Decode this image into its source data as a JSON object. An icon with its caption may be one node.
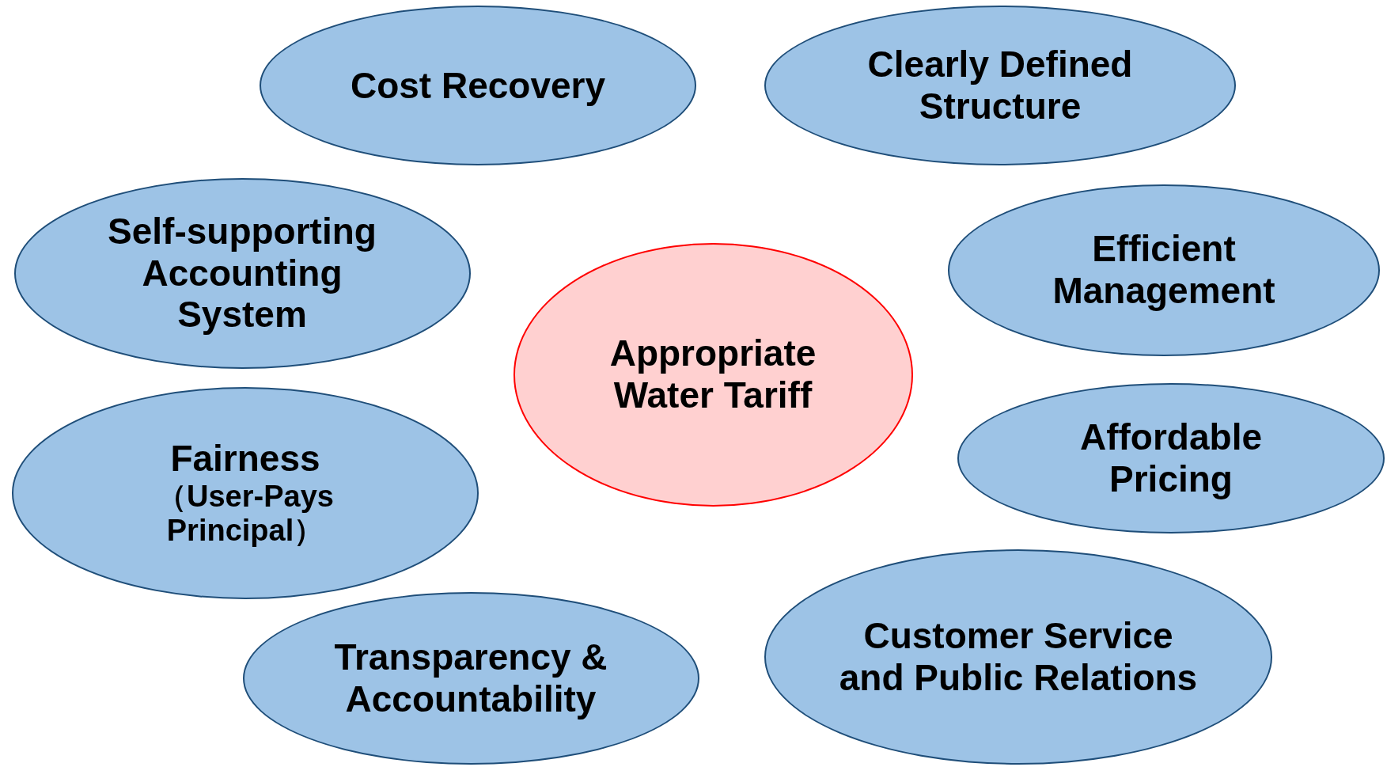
{
  "diagram": {
    "nodes": [
      {
        "text": [
          "Cost Recovery"
        ]
      },
      {
        "text": [
          "Clearly Defined Structure"
        ]
      },
      {
        "text": [
          "Self-supporting Accounting System"
        ]
      },
      {
        "text": [
          "Efficient Management"
        ]
      },
      {
        "text": [
          "Appropriate Water Tariff"
        ]
      },
      {
        "text": [
          "Fairness",
          "（User-Pays Principal）"
        ]
      },
      {
        "text": [
          "Affordable Pricing"
        ]
      },
      {
        "text": [
          "Transparency & Accountability"
        ]
      },
      {
        "text": [
          "Customer Service and Public Relations"
        ]
      }
    ]
  }
}
